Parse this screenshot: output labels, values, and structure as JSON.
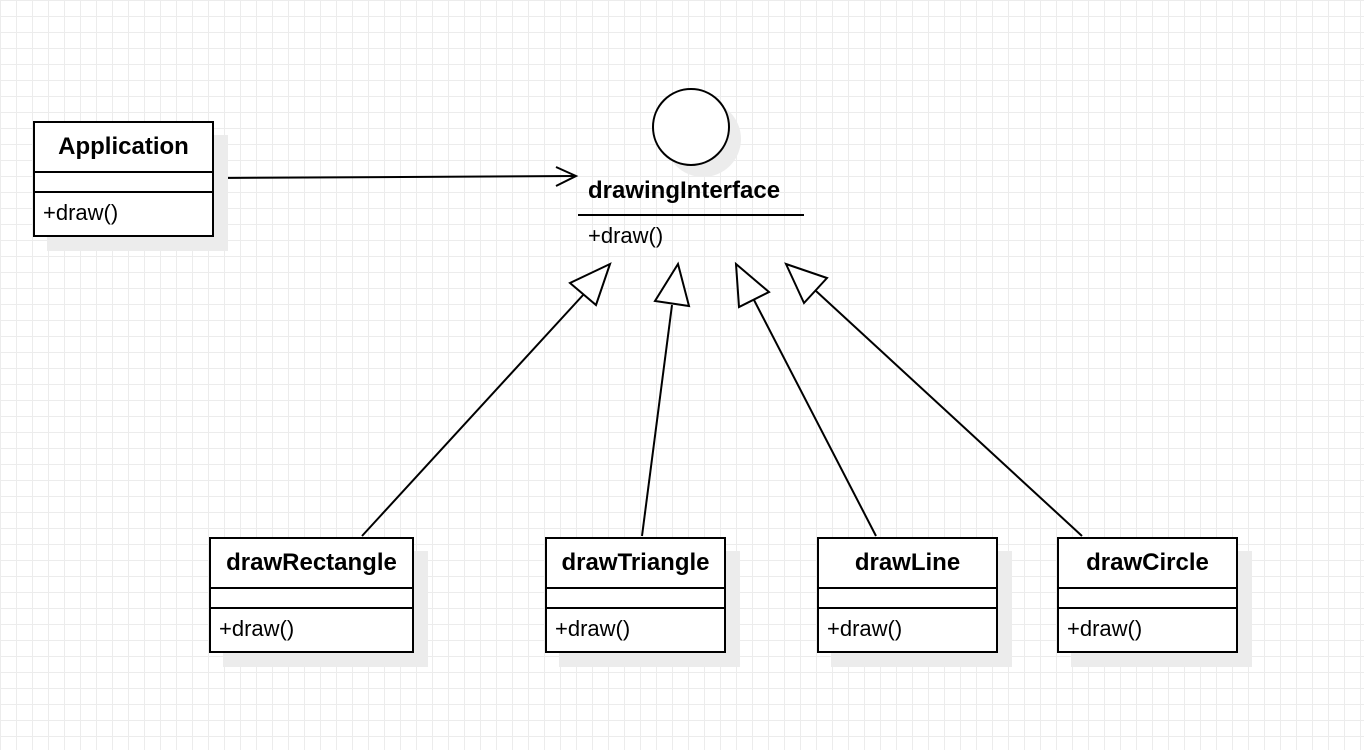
{
  "diagram": {
    "interface": {
      "name": "drawingInterface",
      "method": "+draw()"
    },
    "classes": [
      {
        "id": "application",
        "name": "Application",
        "method": "+draw()"
      },
      {
        "id": "draw-rectangle",
        "name": "drawRectangle",
        "method": "+draw()"
      },
      {
        "id": "draw-triangle",
        "name": "drawTriangle",
        "method": "+draw()"
      },
      {
        "id": "draw-line",
        "name": "drawLine",
        "method": "+draw()"
      },
      {
        "id": "draw-circle",
        "name": "drawCircle",
        "method": "+draw()"
      }
    ],
    "relations": [
      {
        "from": "Application",
        "to": "drawingInterface",
        "type": "dependency"
      },
      {
        "from": "drawRectangle",
        "to": "drawingInterface",
        "type": "realization"
      },
      {
        "from": "drawTriangle",
        "to": "drawingInterface",
        "type": "realization"
      },
      {
        "from": "drawLine",
        "to": "drawingInterface",
        "type": "realization"
      },
      {
        "from": "drawCircle",
        "to": "drawingInterface",
        "type": "realization"
      }
    ]
  }
}
